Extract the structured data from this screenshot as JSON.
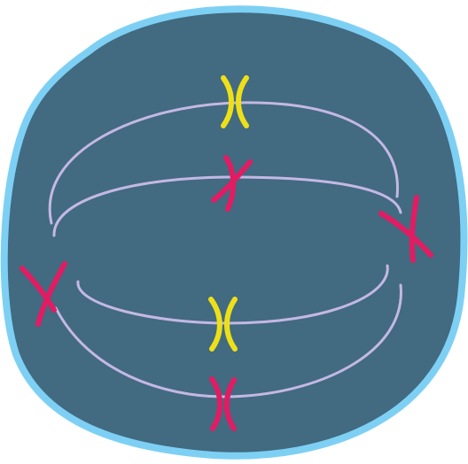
{
  "colors": {
    "cytoplasm": "#426a80",
    "membrane": "#7dd0f4",
    "spindle_fiber": "#c4b8e4",
    "chromosome_yellow": "#eee018",
    "chromosome_magenta": "#e21c63"
  },
  "diagram": {
    "subject": "cell",
    "cell": {
      "parts": [
        "cell-membrane",
        "cytoplasm"
      ]
    },
    "spindle_fibers": [
      {
        "id": "upper-outer-fiber"
      },
      {
        "id": "upper-inner-fiber"
      },
      {
        "id": "lower-inner-fiber"
      },
      {
        "id": "lower-outer-fiber"
      }
    ],
    "chromosomes": [
      {
        "id": "chromosome-top",
        "color": "yellow"
      },
      {
        "id": "chromosome-upper-middle",
        "color": "magenta"
      },
      {
        "id": "chromosome-right-pole",
        "color": "magenta"
      },
      {
        "id": "chromosome-left-pole",
        "color": "magenta"
      },
      {
        "id": "chromosome-lower-middle",
        "color": "yellow"
      },
      {
        "id": "chromosome-bottom",
        "color": "magenta"
      }
    ]
  }
}
